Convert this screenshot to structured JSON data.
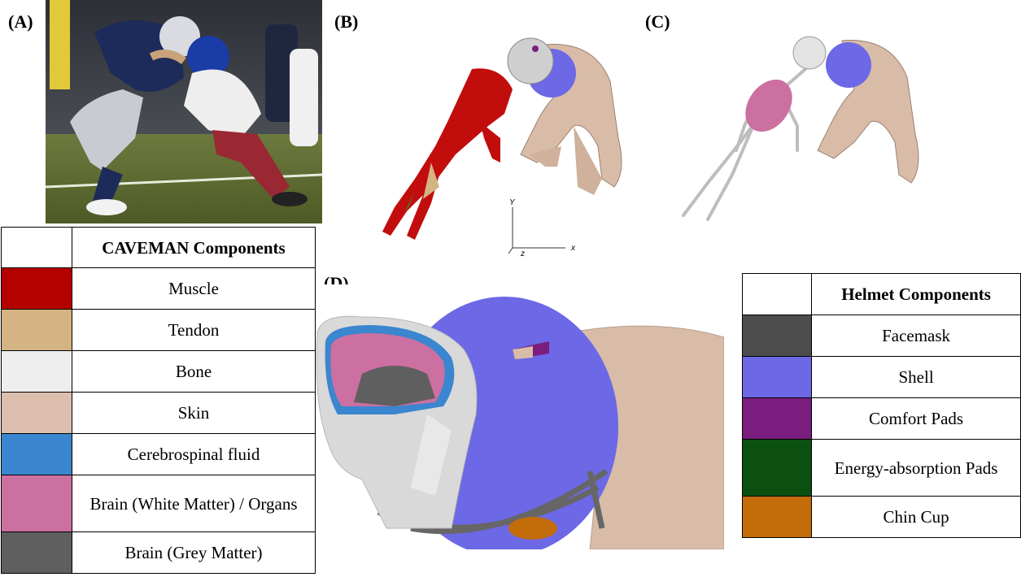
{
  "panels": {
    "a": "(A)",
    "b": "(B)",
    "c": "(C)",
    "d": "(D)"
  },
  "axes": {
    "y": "Y",
    "x": "x",
    "z": "z"
  },
  "caveman_legend": {
    "header": "CAVEMAN Components",
    "items": [
      {
        "label": "Muscle",
        "color": "#b50000"
      },
      {
        "label": "Tendon",
        "color": "#d4b483"
      },
      {
        "label": "Bone",
        "color": "#eeeeee"
      },
      {
        "label": "Skin",
        "color": "#dcbfae"
      },
      {
        "label": "Cerebrospinal fluid",
        "color": "#3a86cf"
      },
      {
        "label": "Brain (White Matter) / Organs",
        "color": "#cc6fa1"
      },
      {
        "label": "Brain (Grey Matter)",
        "color": "#5f5f5f"
      }
    ]
  },
  "helmet_legend": {
    "header": "Helmet Components",
    "items": [
      {
        "label": "Facemask",
        "color": "#4d4d4d"
      },
      {
        "label": "Shell",
        "color": "#6d68e6"
      },
      {
        "label": "Comfort Pads",
        "color": "#7b1c7f"
      },
      {
        "label": "Energy-absorption Pads",
        "color": "#0b5011"
      },
      {
        "label": "Chin Cup",
        "color": "#c36c0a"
      }
    ]
  }
}
